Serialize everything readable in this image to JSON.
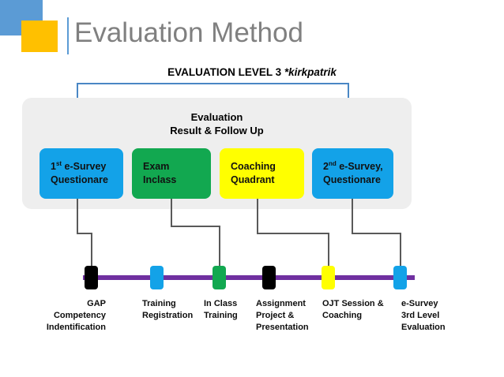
{
  "slide": {
    "title": "Evaluation Method",
    "level_caption_main": "EVALUATION LEVEL 3 ",
    "level_caption_italic": "*kirkpatrik",
    "panel_heading_line1": "Evaluation",
    "panel_heading_line2": "Result & Follow Up"
  },
  "colors": {
    "accent_blue": "#5b9bd5",
    "accent_yellow": "#ffc000",
    "title_gray": "#808080",
    "panel_gray": "#eeeeee",
    "arrow_blue": "#4a87c4",
    "card_blue": "#13a2e8",
    "card_green": "#12a850",
    "card_yellow": "#ffff00",
    "timeline_purple": "#7030a0",
    "marker_black": "#000000",
    "connector_gray": "#595959"
  },
  "cards": [
    {
      "line1_pre": "1",
      "line1_sup": "st",
      "line1_post": " e-Survey",
      "line2": "Questionare",
      "color": "#13a2e8"
    },
    {
      "line1_pre": "Exam",
      "line1_sup": "",
      "line1_post": "",
      "line2": "Inclass",
      "color": "#12a850"
    },
    {
      "line1_pre": "Coaching",
      "line1_sup": "",
      "line1_post": "",
      "line2": "Quadrant",
      "color": "#ffff00"
    },
    {
      "line1_pre": "2",
      "line1_sup": "nd",
      "line1_post": " e-Survey,",
      "line2": "Questionare",
      "color": "#13a2e8"
    }
  ],
  "timeline": {
    "markers": [
      {
        "color": "#000000",
        "name": "marker-gap-competency"
      },
      {
        "color": "#13a2e8",
        "name": "marker-training-registration"
      },
      {
        "color": "#12a850",
        "name": "marker-in-class-training"
      },
      {
        "color": "#000000",
        "name": "marker-assignment-project"
      },
      {
        "color": "#ffff00",
        "name": "marker-ojt-session"
      },
      {
        "color": "#13a2e8",
        "name": "marker-e-survey-3rd-level"
      }
    ],
    "labels": [
      {
        "line1": "GAP",
        "line2": "Competency",
        "line3": "Indentification"
      },
      {
        "line1": "Training",
        "line2": "Registration",
        "line3": ""
      },
      {
        "line1": "In Class",
        "line2": "Training",
        "line3": ""
      },
      {
        "line1": "Assignment",
        "line2": "Project &",
        "line3": "Presentation"
      },
      {
        "line1": "OJT Session &",
        "line2": "Coaching",
        "line3": ""
      },
      {
        "line1": "e-Survey",
        "line2": "3rd Level",
        "line3": "Evaluation"
      }
    ]
  }
}
